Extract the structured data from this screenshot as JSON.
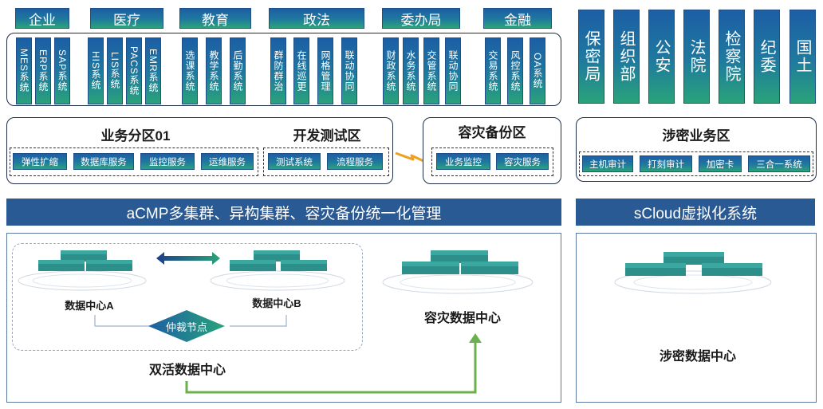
{
  "categories": [
    {
      "key": "enterprise",
      "label": "企业"
    },
    {
      "key": "medical",
      "label": "医疗"
    },
    {
      "key": "education",
      "label": "教育"
    },
    {
      "key": "politics",
      "label": "政法"
    },
    {
      "key": "committee",
      "label": "委办局"
    },
    {
      "key": "finance",
      "label": "金融"
    }
  ],
  "systems": [
    "MES系统",
    "ERP系统",
    "SAP系统",
    "HIS系统",
    "LIS系统",
    "PACS系统",
    "EMR系统",
    "选课系统",
    "教学系统",
    "后勤系统",
    "群防群治",
    "在线巡更",
    "网格管理",
    "联动协同",
    "财政系统",
    "水务系统",
    "交管系统",
    "联动协同",
    "交易系统",
    "风控系统",
    "OA系统"
  ],
  "secret_units": [
    "保密局",
    "组织部",
    "公安",
    "法院",
    "检察院",
    "纪委",
    "国土"
  ],
  "zones": {
    "biz_title": "业务分区01",
    "biz_services": [
      "弹性扩缩",
      "数据库服务",
      "监控服务",
      "运维服务"
    ],
    "dev_title": "开发测试区",
    "dev_services": [
      "测试系统",
      "流程服务"
    ],
    "dr_title": "容灾备份区",
    "dr_services": [
      "业务监控",
      "容灾服务"
    ],
    "secret_title": "涉密业务区",
    "secret_services": [
      "主机审计",
      "打刻审计",
      "加密卡",
      "三合一系统"
    ]
  },
  "bars": {
    "acmp": "aCMP多集群、异构集群、容灾备份统一化管理",
    "scloud": "sCloud虚拟化系统"
  },
  "datacenters": {
    "dc_a": "数据中心A",
    "dc_b": "数据中心B",
    "arbiter": "仲裁节点",
    "active_active": "双活数据中心",
    "dr_center": "容灾数据中心",
    "secret_center": "涉密数据中心"
  },
  "colors": {
    "bar": "#2a5a94",
    "grad_top": "#1c5ea5",
    "grad_bottom": "#2aa37a",
    "frame": "#1e2e47",
    "flow_green": "#6ab04c",
    "link_orange": "#f0a020"
  }
}
